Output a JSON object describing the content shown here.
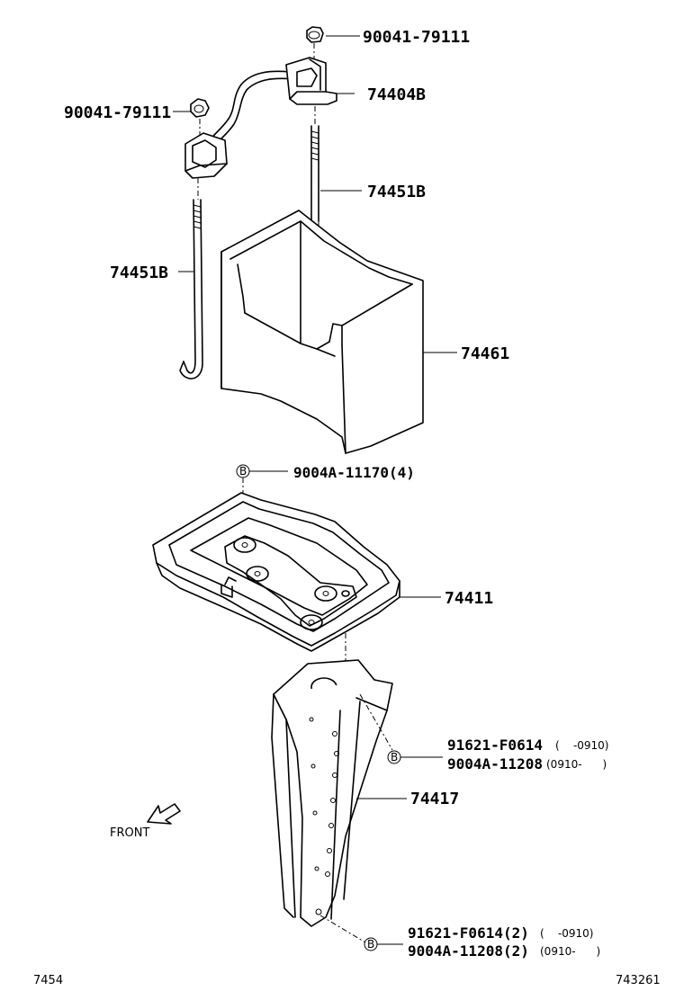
{
  "labels": {
    "nut_top": "90041-79111",
    "nut_left": "90041-79111",
    "clamp": "74404B",
    "rod_right": "74451B",
    "rod_left": "74451B",
    "insulator": "74461",
    "bolt_b_tray": "9004A-11170(4)",
    "tray": "74411",
    "bracket": "74417",
    "bolt_upper_1": "91621-F0614",
    "bolt_upper_1_range": "(    -0910)",
    "bolt_upper_2": "9004A-11208",
    "bolt_upper_2_range": "(0910-      )",
    "bolt_lower_1": "91621-F0614(2)",
    "bolt_lower_1_range": "(    -0910)",
    "bolt_lower_2": "9004A-11208(2)",
    "bolt_lower_2_range": "(0910-      )",
    "callout_b": "B",
    "front": "FRONT"
  },
  "footer": {
    "left_code": "7454",
    "right_code": "743261"
  }
}
